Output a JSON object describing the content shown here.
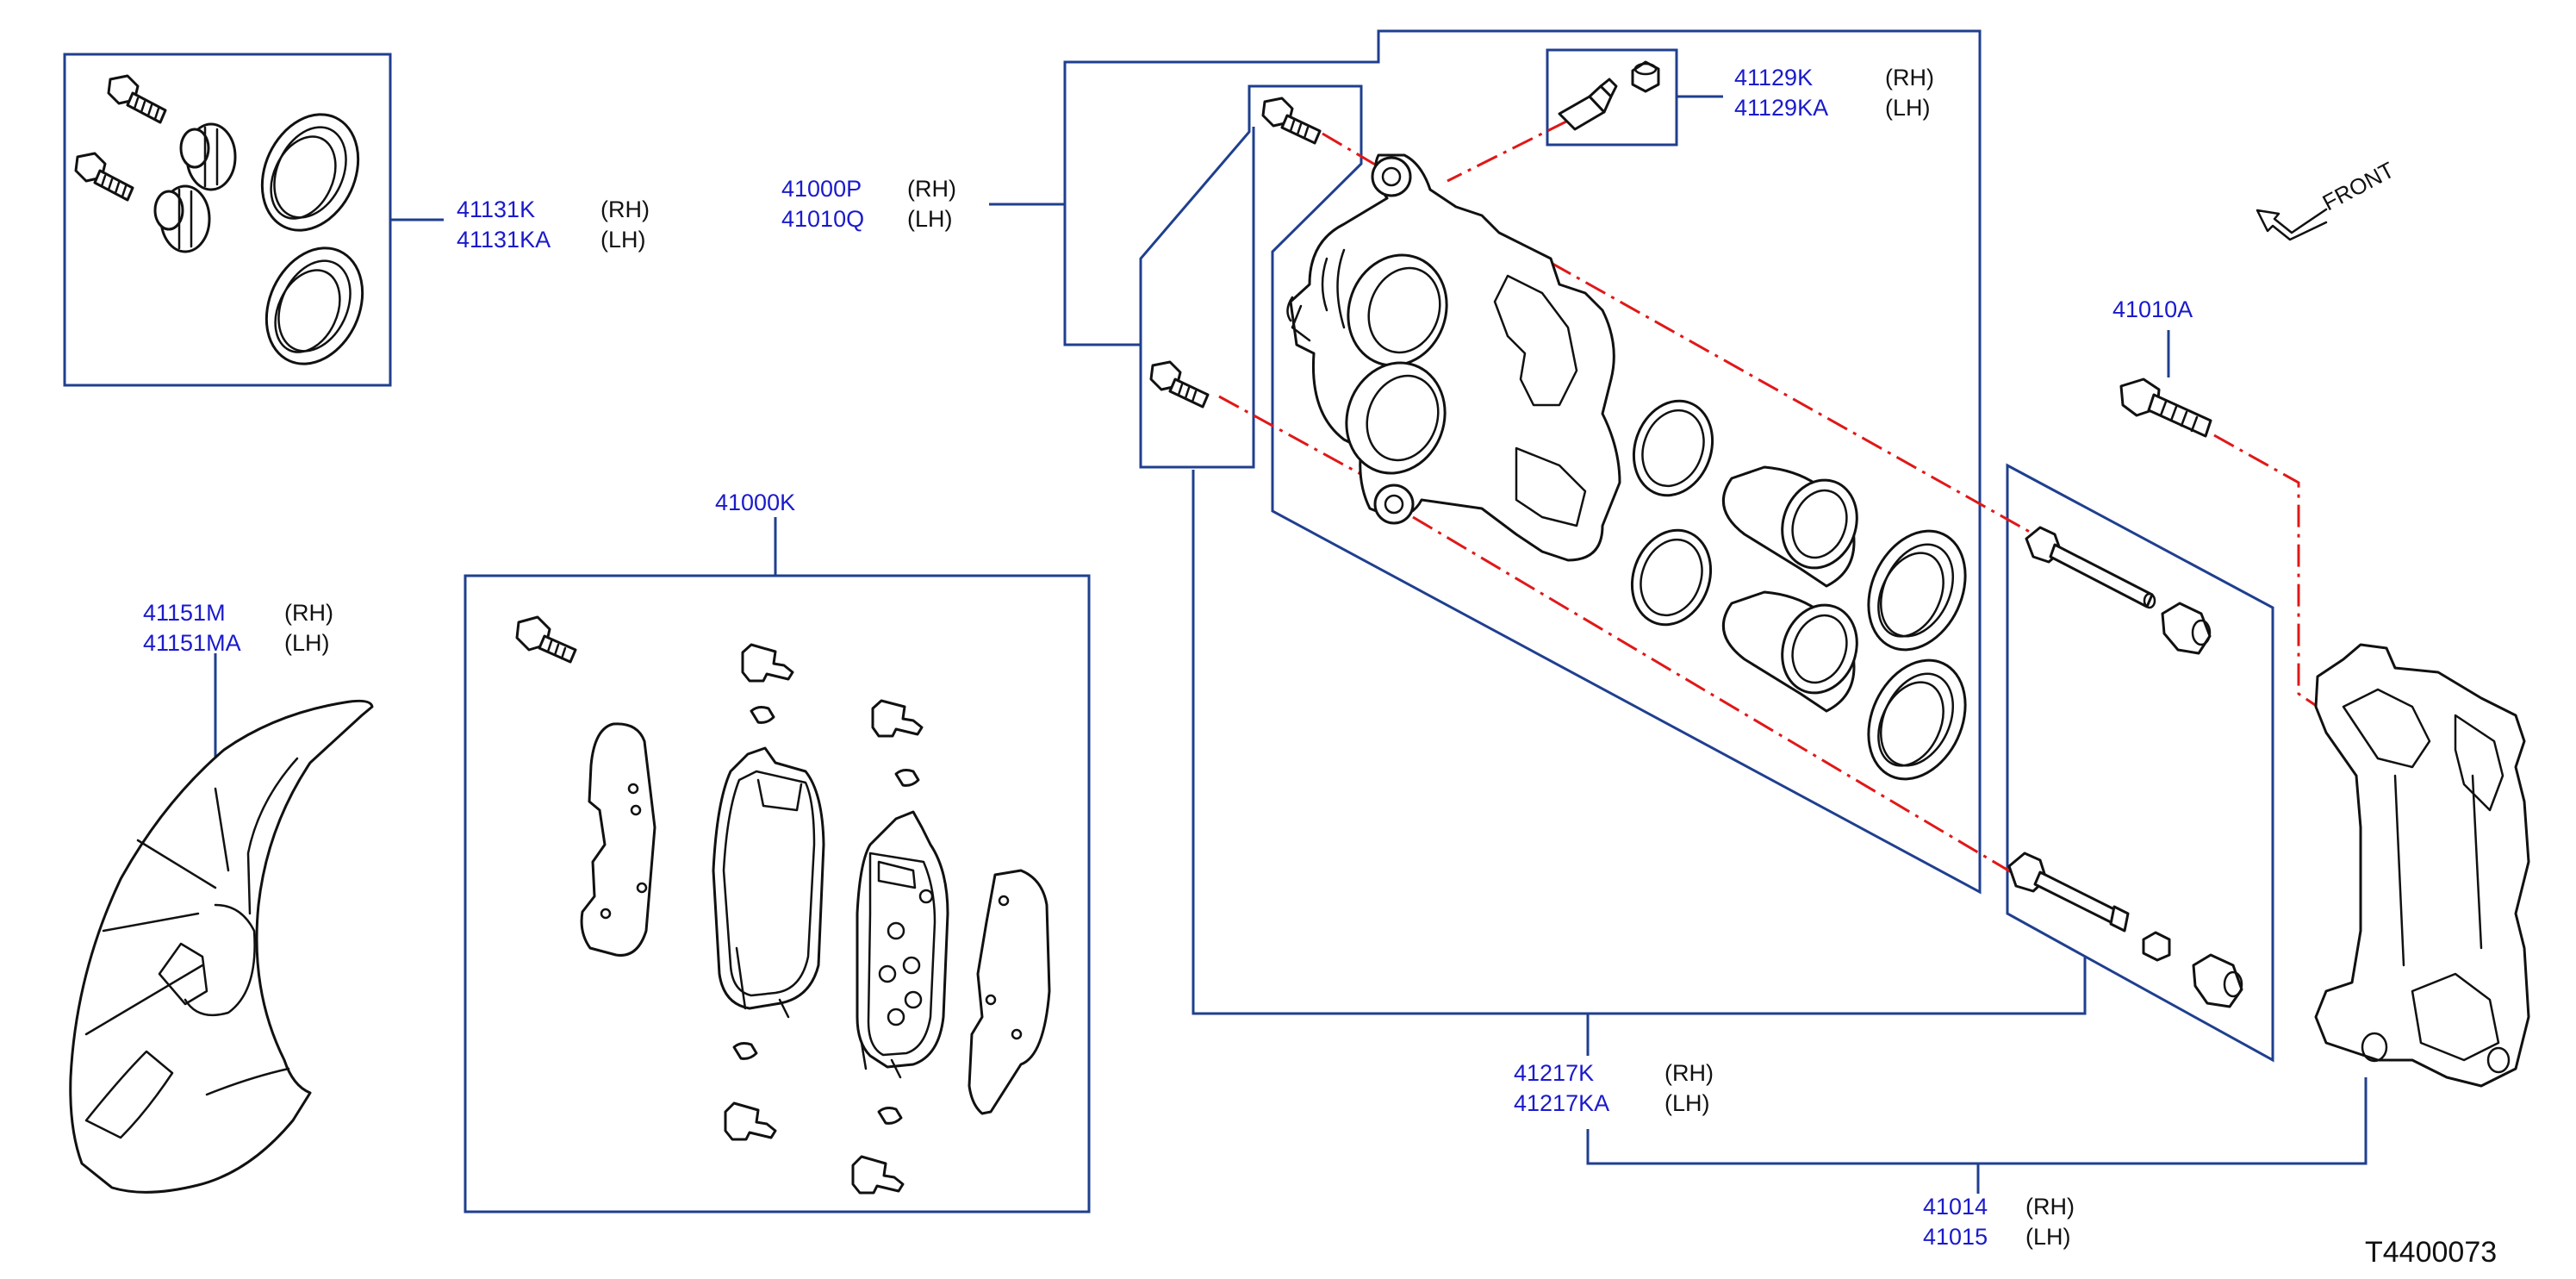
{
  "diagram_id": "T4400073",
  "front_label": "FRONT",
  "callouts": {
    "seal_kit": {
      "parts": [
        {
          "number": "41131K",
          "side": "(RH)"
        },
        {
          "number": "41131KA",
          "side": "(LH)"
        }
      ]
    },
    "caliper_assembly": {
      "parts": [
        {
          "number": "41000P",
          "side": "(RH)"
        },
        {
          "number": "41010Q",
          "side": "(LH)"
        }
      ]
    },
    "bleeder_kit": {
      "parts": [
        {
          "number": "41129K",
          "side": "(RH)"
        },
        {
          "number": "41129KA",
          "side": "(LH)"
        }
      ]
    },
    "bracket_bolt": {
      "parts": [
        {
          "number": "41010A",
          "side": ""
        }
      ]
    },
    "pad_kit": {
      "parts": [
        {
          "number": "41000K",
          "side": ""
        }
      ]
    },
    "splash_shield": {
      "parts": [
        {
          "number": "41151M",
          "side": "(RH)"
        },
        {
          "number": "41151MA",
          "side": "(LH)"
        }
      ]
    },
    "pin_kit": {
      "parts": [
        {
          "number": "41217K",
          "side": "(RH)"
        },
        {
          "number": "41217KA",
          "side": "(LH)"
        }
      ]
    },
    "torque_member": {
      "parts": [
        {
          "number": "41014",
          "side": "(RH)"
        },
        {
          "number": "41015",
          "side": "(LH)"
        }
      ]
    }
  }
}
